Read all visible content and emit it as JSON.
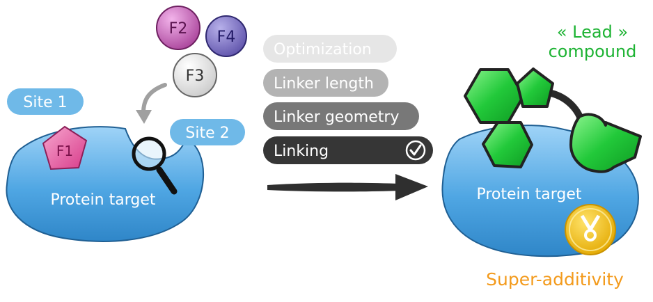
{
  "left": {
    "site1_label": "Site 1",
    "site2_label": "Site 2",
    "protein_label": "Protein target",
    "fragments": {
      "f1": "F1",
      "f2": "F2",
      "f3": "F3",
      "f4": "F4"
    }
  },
  "steps": [
    {
      "label": "Optimization"
    },
    {
      "label": "Linker length"
    },
    {
      "label": "Linker geometry"
    },
    {
      "label": "Linking"
    }
  ],
  "right": {
    "lead_line1": "« Lead »",
    "lead_line2": "compound",
    "protein_label": "Protein target",
    "super_label": "Super-additivity"
  },
  "icons": [
    "magnifier-icon",
    "curved-arrow-icon",
    "check-icon",
    "medal-icon",
    "right-arrow-icon"
  ],
  "colors": {
    "protein_blue": "#5aaee6",
    "site_badge": "#6fb9e8",
    "f1_pink": "#e2549c",
    "f2_purple": "#b0459e",
    "f4_violet": "#6a5fb5",
    "lead_green": "#1db333",
    "super_orange": "#f39a1b",
    "medal_gold": "#f0c518"
  }
}
